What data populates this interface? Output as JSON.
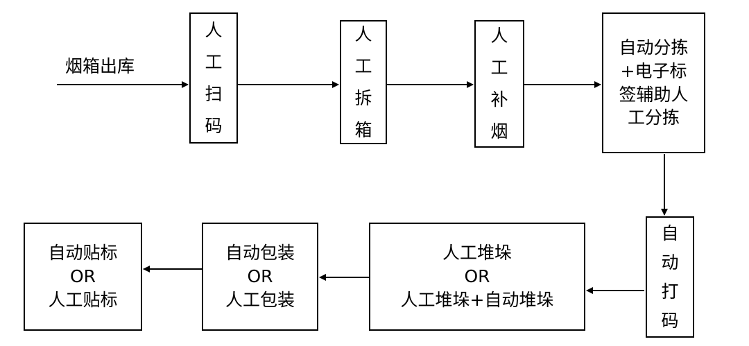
{
  "start_label": "烟箱出库",
  "top_row": [
    {
      "id": "manual-scan",
      "lines": [
        "人",
        "工",
        "扫",
        "码"
      ]
    },
    {
      "id": "manual-unbox",
      "lines": [
        "人",
        "工",
        "拆",
        "箱"
      ]
    },
    {
      "id": "manual-refill",
      "lines": [
        "人",
        "工",
        "补",
        "烟"
      ]
    },
    {
      "id": "auto-sort",
      "lines": [
        "自动分拣",
        "+电子标",
        "签辅助人",
        "工分拣"
      ]
    }
  ],
  "bottom_row": [
    {
      "id": "auto-bundle",
      "lines": [
        "自",
        "动",
        "打",
        "码"
      ]
    },
    {
      "id": "stacking",
      "lines": [
        "人工堆垛",
        "OR",
        "人工堆垛+自动堆垛"
      ]
    },
    {
      "id": "packaging",
      "lines": [
        "自动包装",
        "OR",
        "人工包装"
      ]
    },
    {
      "id": "labeling",
      "lines": [
        "自动贴标",
        "OR",
        "人工贴标"
      ]
    }
  ]
}
